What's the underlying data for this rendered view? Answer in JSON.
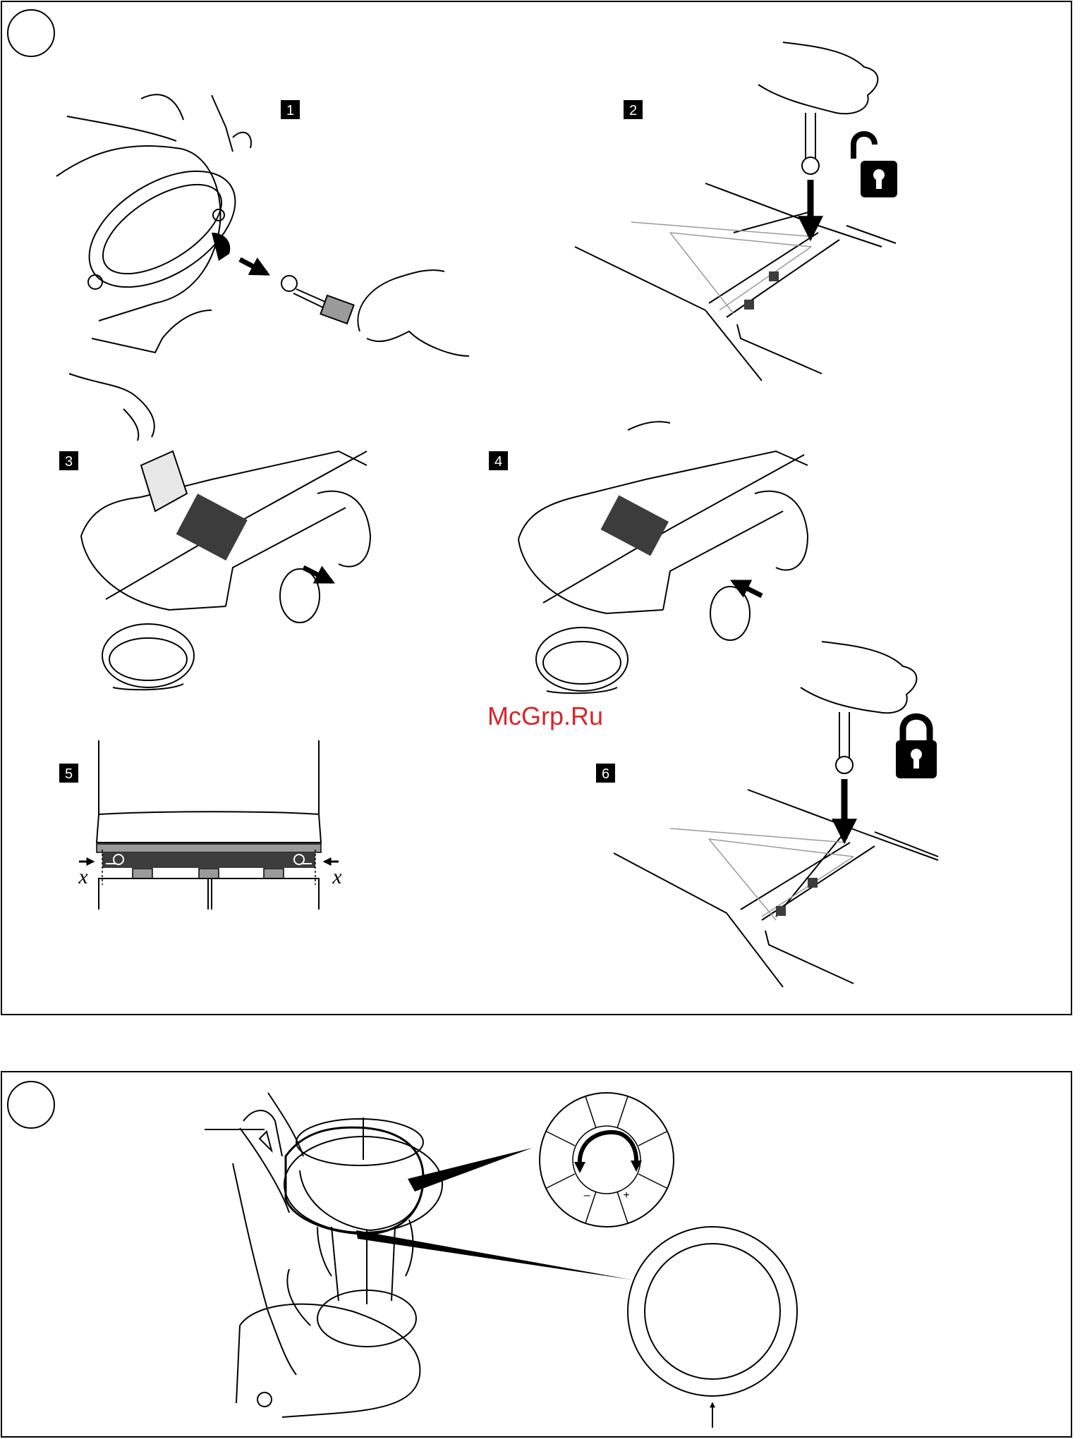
{
  "watermark": "McGrp.Ru",
  "panel_a": {
    "steps": [
      {
        "number": "1"
      },
      {
        "number": "2"
      },
      {
        "number": "3"
      },
      {
        "number": "4"
      },
      {
        "number": "5"
      },
      {
        "number": "6"
      }
    ],
    "gap_label_left": "x",
    "gap_label_right": "x"
  },
  "panel_b": {
    "dial_minus": "–",
    "dial_plus": "+"
  },
  "colors": {
    "line": "#000000",
    "gray": "#9a9a9a",
    "dark": "#3c3c3c",
    "watermark": "#d7262a"
  },
  "icons": [
    "unlock-icon",
    "lock-icon",
    "wrench-icon",
    "arrow-icon"
  ]
}
